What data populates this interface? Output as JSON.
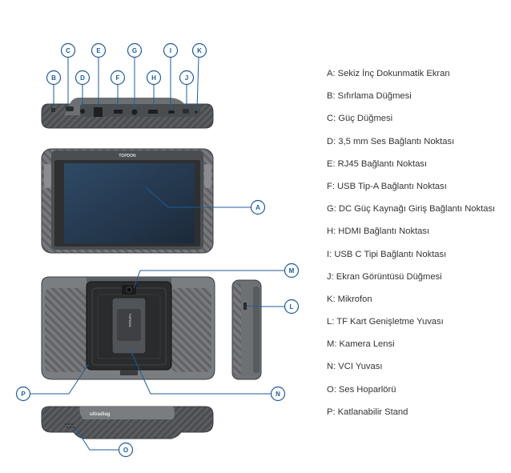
{
  "colors": {
    "callout": "#1f5b9a",
    "device_body": "#6b6e71",
    "device_dark": "#3a3c3e",
    "screen": "#2b3f55",
    "text": "#333333"
  },
  "device": {
    "screen_brand": "TOPDON",
    "back_brand": "TOPDON",
    "bottom_brand": "ultradiag"
  },
  "callouts": [
    "A",
    "B",
    "C",
    "D",
    "E",
    "F",
    "G",
    "H",
    "I",
    "J",
    "K",
    "L",
    "M",
    "N",
    "O",
    "P"
  ],
  "legend": [
    "A: Sekiz İnç Dokunmatik Ekran",
    "B: Sıfırlama Düğmesi",
    "C: Güç Düğmesi",
    "D: 3,5 mm Ses Bağlantı Noktası",
    "E: RJ45 Bağlantı Noktası",
    "F: USB Tip-A Bağlantı Noktası",
    "G: DC Güç Kaynağı Giriş Bağlantı Noktası",
    "H: HDMI Bağlantı Noktası",
    "I: USB C Tipi Bağlantı Noktası",
    "J: Ekran Görüntüsü Düğmesi",
    "K: Mikrofon",
    "L: TF Kart Genişletme Yuvası",
    "M: Kamera Lensi",
    "N: VCI Yuvası",
    "O: Ses Hoparlörü",
    "P: Katlanabilir Stand"
  ]
}
